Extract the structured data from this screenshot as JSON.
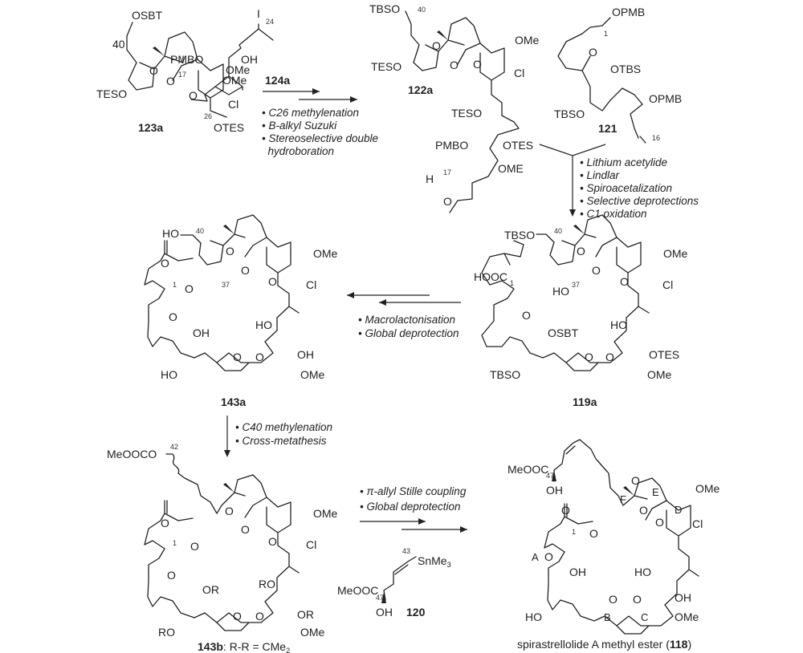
{
  "compounds": {
    "c123a": {
      "label": "123a",
      "atoms": {
        "osbt": "OSBT",
        "n40": "40",
        "teso": "TESO",
        "o1": "O",
        "o2": "O",
        "o3": "O",
        "ome": "OMe",
        "cl": "Cl",
        "n26": "26",
        "otes": "OTES"
      }
    },
    "c124a": {
      "label": "124a",
      "atoms": {
        "i": "I",
        "n24": "24",
        "pmbo": "PMBO",
        "oh": "OH",
        "n17": "17",
        "ome": "OMe"
      }
    },
    "c122a": {
      "label": "122a",
      "atoms": {
        "tbso": "TBSO",
        "n40": "40",
        "teso": "TESO",
        "o1": "O",
        "o2": "O",
        "o3": "O",
        "ome": "OMe",
        "cl": "Cl",
        "teso2": "TESO",
        "pmbo": "PMBO",
        "otes": "OTES",
        "ome2": "OME",
        "h": "H",
        "n17": "17",
        "o4": "O"
      }
    },
    "c121": {
      "label": "121",
      "atoms": {
        "opmb": "OPMB",
        "n1": "1",
        "o": "O",
        "otbs": "OTBS",
        "opmb2": "OPMB",
        "tbso": "TBSO",
        "n16": "16"
      }
    },
    "c119a": {
      "label": "119a",
      "atoms": {
        "tbso": "TBSO",
        "n40": "40",
        "hooc": "HOOC",
        "n1": "1",
        "ho": "HO",
        "n37": "37",
        "o1": "O",
        "o2": "O",
        "o3": "O",
        "ome": "OMe",
        "cl": "Cl",
        "o4": "O",
        "osbt": "OSBT",
        "ho2": "HO",
        "otes": "OTES",
        "tbso2": "TBSO",
        "o5": "O",
        "o6": "O",
        "ome2": "OMe"
      }
    },
    "c143a": {
      "label": "143a",
      "atoms": {
        "ho": "HO",
        "n40": "40",
        "o_co": "O",
        "n1": "1",
        "o_ester": "O",
        "n37": "37",
        "o1": "O",
        "o2": "O",
        "o3": "O",
        "ome": "OMe",
        "cl": "Cl",
        "o4": "O",
        "oh1": "OH",
        "ho2": "HO",
        "oh2": "OH",
        "ho3": "HO",
        "o5": "O",
        "o6": "O",
        "ome2": "OMe"
      }
    },
    "c143b": {
      "label": "143b",
      "label_suffix": ": R-R = CMe",
      "label_sub": "2",
      "atoms": {
        "meoocc": "MeOOCO",
        "n42": "42",
        "o_co": "O",
        "n1": "1",
        "o_ester": "O",
        "o1": "O",
        "o2": "O",
        "o3": "O",
        "ome": "OMe",
        "cl": "Cl",
        "o4": "O",
        "or1": "OR",
        "ro1": "RO",
        "or2": "OR",
        "ro2": "RO",
        "o5": "O",
        "o6": "O",
        "ome2": "OMe"
      }
    },
    "c120": {
      "label": "120",
      "atoms": {
        "n43": "43",
        "snme": "SnMe",
        "sub3": "3",
        "meooc": "MeOOC",
        "n47": "47",
        "oh": "OH"
      }
    },
    "c118": {
      "caption_prefix": "spirastrellolide A methyl ester (",
      "label": "118",
      "caption_suffix": ")",
      "atoms": {
        "meooc": "MeOOC",
        "n47": "47",
        "oh": "OH",
        "o_co": "O",
        "n1": "1",
        "o_ester": "O",
        "oF": "O",
        "ringF": "F",
        "ringE": "E",
        "o2": "O",
        "ringD": "D",
        "o3": "O",
        "ome": "OMe",
        "cl": "Cl",
        "ringA": "A",
        "o4": "O",
        "oh1": "OH",
        "ho2": "HO",
        "oh2": "OH",
        "ho3": "HO",
        "o5": "O",
        "ringB": "B",
        "o6": "O",
        "ringC": "C",
        "ome2": "OMe"
      }
    }
  },
  "conditions": {
    "step1": [
      "• C26 methylenation",
      "• B-alkyl Suzuki",
      "• Stereoselective double",
      "  hydroboration"
    ],
    "step2": [
      "• Lithium acetylide",
      "• Lindlar",
      "• Spiroacetalization",
      "• Selective deprotections",
      "• C1 oxidation"
    ],
    "step3": [
      "• Macrolactonisation",
      "• Global deprotection"
    ],
    "step4": [
      "• C40 methylenation",
      "• Cross-metathesis"
    ],
    "step5": [
      "• π-allyl Stille coupling",
      "• Global deprotection"
    ]
  }
}
